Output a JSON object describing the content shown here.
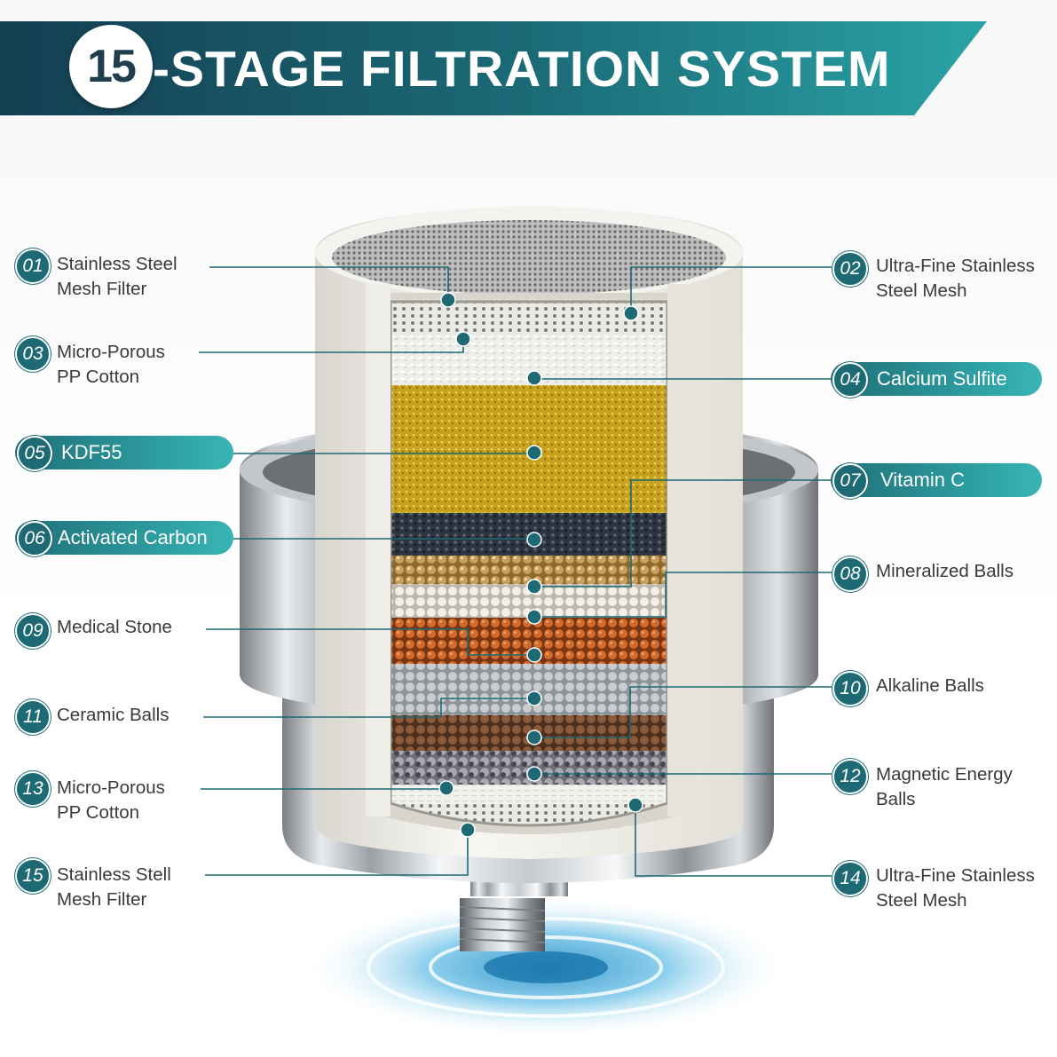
{
  "header": {
    "badge_number": "15",
    "title": "-STAGE FILTRATION SYSTEM",
    "banner_colors": [
      "#143e52",
      "#1b6c78",
      "#2aa4a6"
    ]
  },
  "stages": [
    {
      "num": "01",
      "line1": "Stainless Steel",
      "line2": "Mesh Filter"
    },
    {
      "num": "02",
      "line1": "Ultra-Fine Stainless",
      "line2": "Steel Mesh"
    },
    {
      "num": "03",
      "line1": "Micro-Porous",
      "line2": "PP Cotton"
    },
    {
      "num": "04",
      "line1": "Calcium Sulfite",
      "line2": ""
    },
    {
      "num": "05",
      "line1": "KDF55",
      "line2": ""
    },
    {
      "num": "06",
      "line1": "Activated Carbon",
      "line2": ""
    },
    {
      "num": "07",
      "line1": "Vitamin C",
      "line2": ""
    },
    {
      "num": "08",
      "line1": "Mineralized Balls",
      "line2": ""
    },
    {
      "num": "09",
      "line1": "Medical Stone",
      "line2": ""
    },
    {
      "num": "10",
      "line1": "Alkaline Balls",
      "line2": ""
    },
    {
      "num": "11",
      "line1": "Ceramic Balls",
      "line2": ""
    },
    {
      "num": "12",
      "line1": "Magnetic Energy",
      "line2": "Balls"
    },
    {
      "num": "13",
      "line1": "Micro-Porous",
      "line2": "PP Cotton"
    },
    {
      "num": "14",
      "line1": "Ultra-Fine Stainless",
      "line2": "Steel Mesh"
    },
    {
      "num": "15",
      "line1": "Stainless Stell",
      "line2": "Mesh Filter"
    }
  ],
  "colors": {
    "accent": "#1d6a74",
    "pill_end": "#39b5b5",
    "label_text": "#3a3a3a"
  }
}
